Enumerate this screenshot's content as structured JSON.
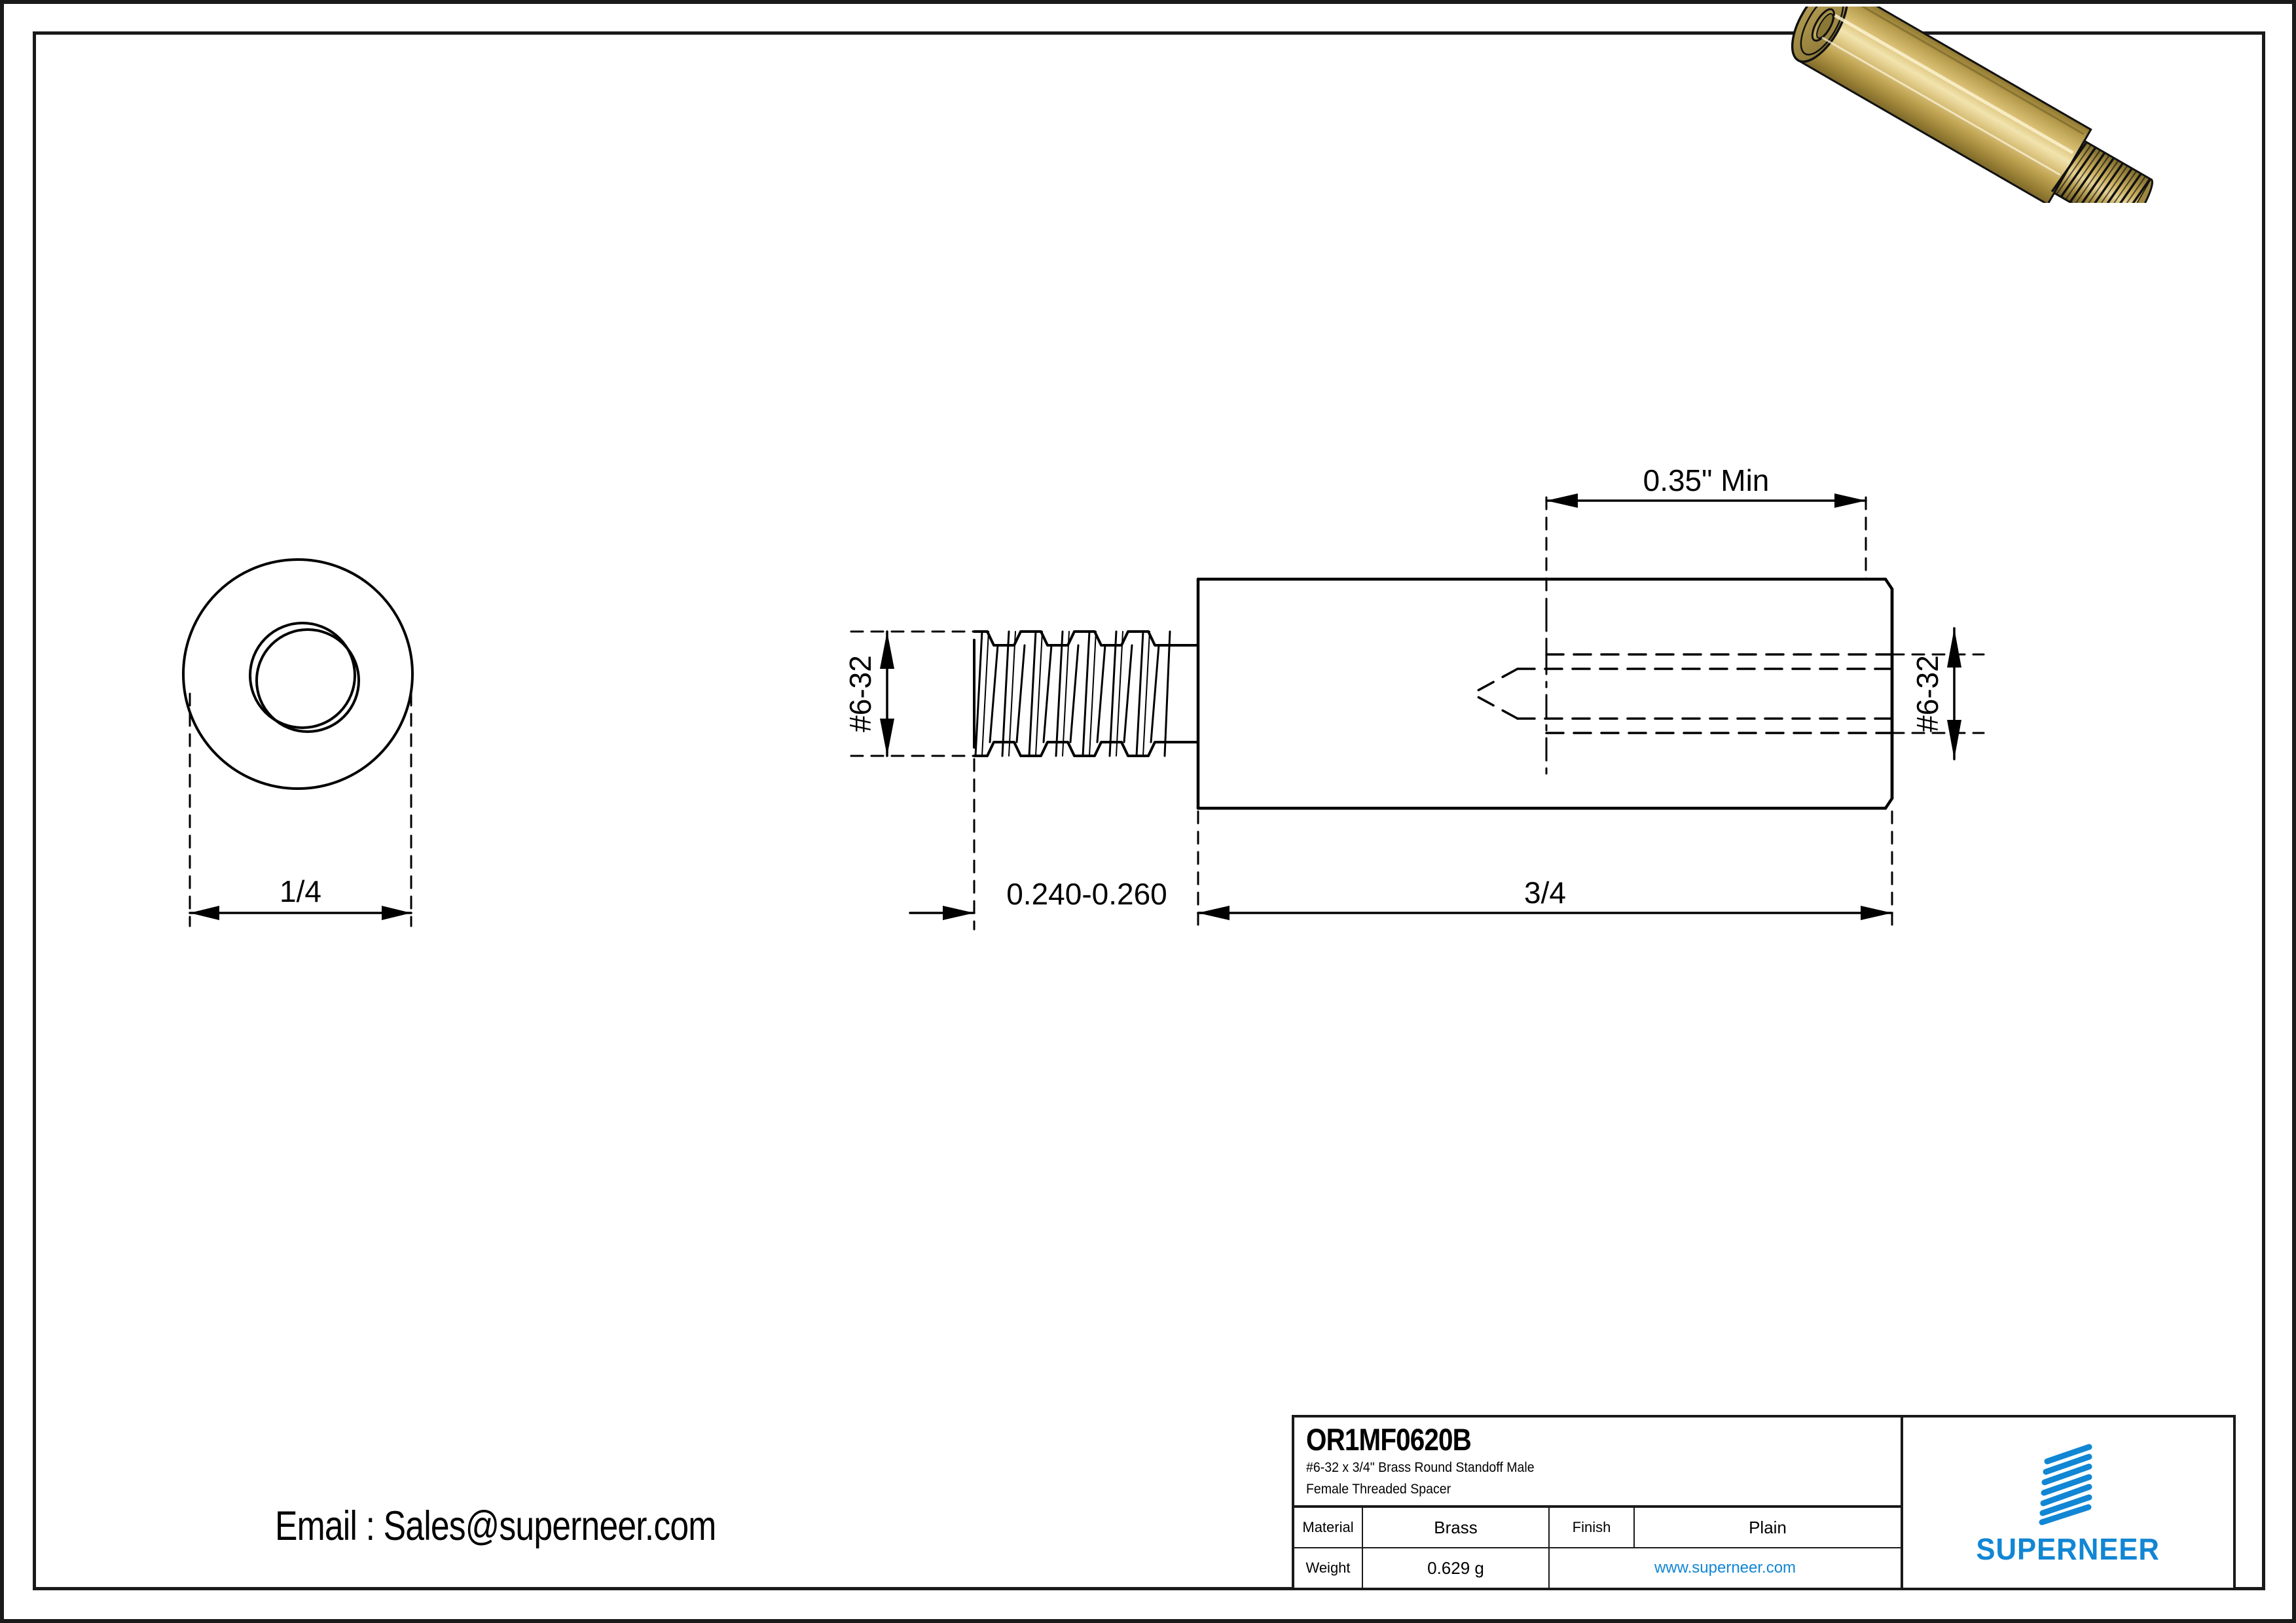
{
  "drawing": {
    "part_number": "OR1MF0620B",
    "description_line1": "#6-32 x 3/4\" Brass Round Standoff Male",
    "description_line2": "Female Threaded Spacer",
    "dimensions": {
      "diameter": "1/4",
      "thread_length": "0.240-0.260",
      "body_length": "3/4",
      "female_thread_depth": "0.35\" Min",
      "male_thread_spec": "#6-32",
      "female_thread_spec": "#6-32"
    }
  },
  "title_block": {
    "material_label": "Material",
    "material_value": "Brass",
    "finish_label": "Finish",
    "finish_value": "Plain",
    "weight_label": "Weight",
    "weight_value": "0.629 g",
    "website": "www.superneer.com"
  },
  "logo": {
    "wordmark": "SUPERNEER",
    "color": "#1186d4"
  },
  "contact": {
    "email_line": "Email : Sales@superneer.com"
  },
  "colors": {
    "line": "#1a1a1a",
    "brand": "#1186d4",
    "brass_light": "#e8d48a",
    "brass_mid": "#c6a84e",
    "brass_dark": "#9a8236"
  }
}
